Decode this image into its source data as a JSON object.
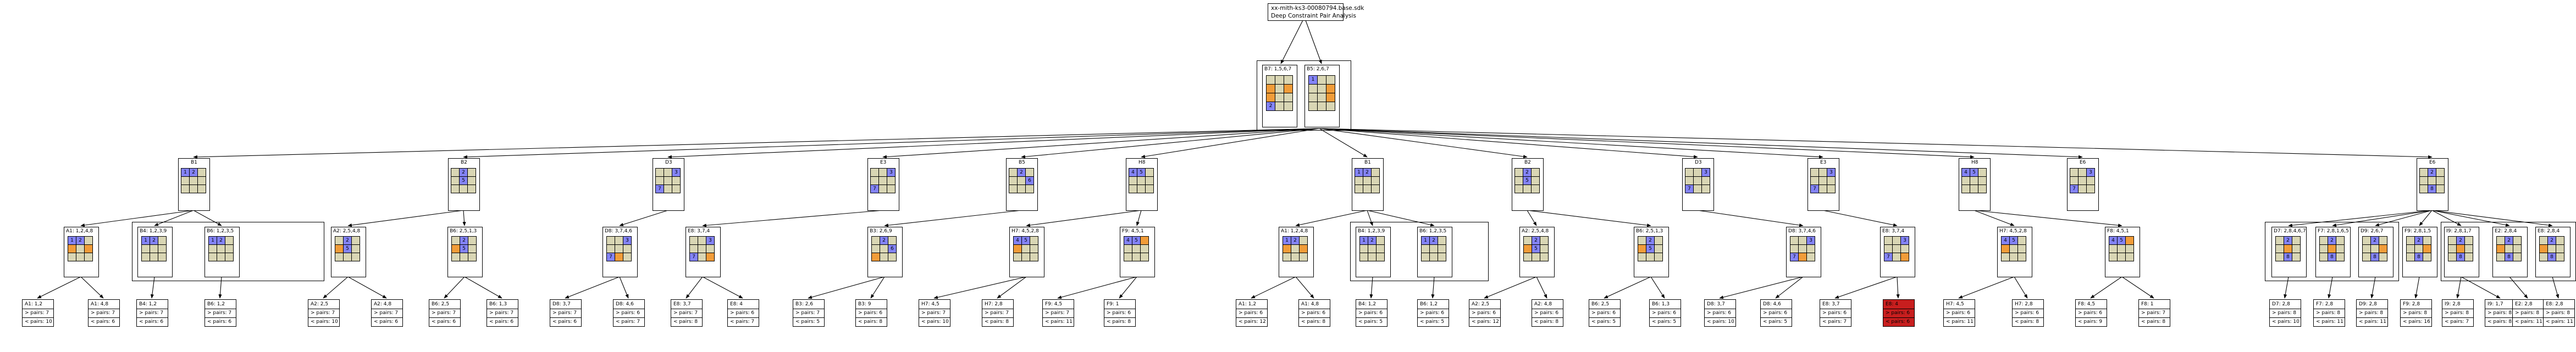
{
  "root": {
    "lines": [
      "xx-mith-ks3-00080794.base.sdk",
      "Deep Constraint Pair Analysis"
    ]
  },
  "pair": {
    "cells": [
      {
        "label": "B7: 1,5,6,7",
        "pattern": "x1"
      },
      {
        "label": "B5: 2,6,7",
        "pattern": "x2"
      }
    ]
  },
  "level1": [
    {
      "label": "B1",
      "pattern": "a"
    },
    {
      "label": "B2",
      "pattern": "b"
    },
    {
      "label": "D3",
      "pattern": "c"
    },
    {
      "label": "E3",
      "pattern": "d"
    },
    {
      "label": "B5",
      "pattern": "e"
    },
    {
      "label": "H8",
      "pattern": "f"
    },
    {
      "label": "B1",
      "pattern": "a"
    },
    {
      "label": "B2",
      "pattern": "b"
    },
    {
      "label": "D3",
      "pattern": "c"
    },
    {
      "label": "E3",
      "pattern": "d"
    },
    {
      "label": "H8",
      "pattern": "f"
    },
    {
      "label": "E6",
      "pattern": "g"
    },
    {
      "label": "E6",
      "pattern": "h"
    }
  ],
  "level2": [
    {
      "label": "A1: 1,2,4,8",
      "pattern": "i"
    },
    {
      "label": "B4: 1,2,3,9",
      "pattern": "j"
    },
    {
      "label": "B6: 1,2,3,5",
      "pattern": "j"
    },
    {
      "label": "A2: 2,5,4,8",
      "pattern": "k"
    },
    {
      "label": "B6: 2,5,1,3",
      "pattern": "k"
    },
    {
      "label": "D8: 3,7,4,6",
      "pattern": "l"
    },
    {
      "label": "E8: 3,7,4",
      "pattern": "m"
    },
    {
      "label": "B3: 2,6,9",
      "pattern": "n"
    },
    {
      "label": "H7: 4,5,2,8",
      "pattern": "o"
    },
    {
      "label": "F9: 4,5,1",
      "pattern": "p"
    },
    {
      "label": "A1: 1,2,4,8",
      "pattern": "i"
    },
    {
      "label": "B4: 1,2,3,9",
      "pattern": "j"
    },
    {
      "label": "B6: 1,2,3,5",
      "pattern": "j"
    },
    {
      "label": "A2: 2,5,4,8",
      "pattern": "k"
    },
    {
      "label": "B6: 2,5,1,3",
      "pattern": "k"
    },
    {
      "label": "D8: 3,7,4,6",
      "pattern": "l"
    },
    {
      "label": "E8: 3,7,4",
      "pattern": "m"
    },
    {
      "label": "H7: 4,5,2,8",
      "pattern": "o"
    },
    {
      "label": "F8: 4,5,1",
      "pattern": "p"
    },
    {
      "label": "D7: 2,8,4,6,7",
      "pattern": "q"
    },
    {
      "label": "F7: 2,8,1,6,5",
      "pattern": "q"
    },
    {
      "label": "D9: 2,6,7",
      "pattern": "r"
    },
    {
      "label": "F9: 2,8,1,5",
      "pattern": "r"
    },
    {
      "label": "I9: 2,8,1,7",
      "pattern": "s"
    },
    {
      "label": "E2: 2,8,4",
      "pattern": "t"
    },
    {
      "label": "E8: 2,8,4",
      "pattern": "t"
    }
  ],
  "leaves": [
    {
      "title": "A1: 1,2",
      "l1": "> pairs: 7",
      "l2": "< pairs: 10"
    },
    {
      "title": "A1: 4,8",
      "l1": "> pairs: 7",
      "l2": "< pairs: 6"
    },
    {
      "title": "B4: 1,2",
      "l1": "> pairs: 7",
      "l2": "< pairs: 6"
    },
    {
      "title": "B6: 1,2",
      "l1": "> pairs: 7",
      "l2": "< pairs: 6"
    },
    {
      "title": "A2: 2,5",
      "l1": "> pairs: 7",
      "l2": "< pairs: 10"
    },
    {
      "title": "A2: 4,8",
      "l1": "> pairs: 7",
      "l2": "< pairs: 6"
    },
    {
      "title": "B6: 2,5",
      "l1": "> pairs: 7",
      "l2": "< pairs: 6"
    },
    {
      "title": "B6: 1,3",
      "l1": "> pairs: 7",
      "l2": "< pairs: 6"
    },
    {
      "title": "D8: 3,7",
      "l1": "> pairs: 7",
      "l2": "< pairs: 6"
    },
    {
      "title": "D8: 4,6",
      "l1": "> pairs: 6",
      "l2": "< pairs: 7"
    },
    {
      "title": "E8: 3,7",
      "l1": "> pairs: 7",
      "l2": "< pairs: 8"
    },
    {
      "title": "E8: 4",
      "l1": "> pairs: 6",
      "l2": "< pairs: 7"
    },
    {
      "title": "B3: 2,6",
      "l1": "> pairs: 7",
      "l2": "< pairs: 5"
    },
    {
      "title": "B3: 9",
      "l1": "> pairs: 6",
      "l2": "< pairs: 8"
    },
    {
      "title": "H7: 4,5",
      "l1": "> pairs: 7",
      "l2": "< pairs: 10"
    },
    {
      "title": "H7: 2,8",
      "l1": "> pairs: 7",
      "l2": "< pairs: 8"
    },
    {
      "title": "F9: 4,5",
      "l1": "> pairs: 7",
      "l2": "< pairs: 11"
    },
    {
      "title": "F9: 1",
      "l1": "> pairs: 6",
      "l2": "< pairs: 8"
    },
    {
      "title": "A1: 1,2",
      "l1": "> pairs: 6",
      "l2": "< pairs: 12"
    },
    {
      "title": "A1: 4,8",
      "l1": "> pairs: 6",
      "l2": "< pairs: 8"
    },
    {
      "title": "B4: 1,2",
      "l1": "> pairs: 6",
      "l2": "< pairs: 5"
    },
    {
      "title": "B6: 1,2",
      "l1": "> pairs: 6",
      "l2": "< pairs: 5"
    },
    {
      "title": "A2: 2,5",
      "l1": "> pairs: 6",
      "l2": "< pairs: 12"
    },
    {
      "title": "A2: 4,8",
      "l1": "> pairs: 6",
      "l2": "< pairs: 8"
    },
    {
      "title": "B6: 2,5",
      "l1": "> pairs: 6",
      "l2": "< pairs: 5"
    },
    {
      "title": "B6: 1,3",
      "l1": "> pairs: 6",
      "l2": "< pairs: 5"
    },
    {
      "title": "D8: 3,7",
      "l1": "> pairs: 6",
      "l2": "< pairs: 10"
    },
    {
      "title": "D8: 4,6",
      "l1": "> pairs: 6",
      "l2": "< pairs: 5"
    },
    {
      "title": "E8: 3,7",
      "l1": "> pairs: 6",
      "l2": "< pairs: 7"
    },
    {
      "title": "E8: 4",
      "l1": "> pairs: 6",
      "l2": "< pairs: 6",
      "highlight": true
    },
    {
      "title": "H7: 4,5",
      "l1": "> pairs: 6",
      "l2": "< pairs: 11"
    },
    {
      "title": "H7: 2,8",
      "l1": "> pairs: 6",
      "l2": "< pairs: 8"
    },
    {
      "title": "F8: 4,5",
      "l1": "> pairs: 6",
      "l2": "< pairs: 9"
    },
    {
      "title": "F8: 1",
      "l1": "> pairs: 7",
      "l2": "< pairs: 8"
    },
    {
      "title": "D7: 2,8",
      "l1": "> pairs: 8",
      "l2": "< pairs: 10"
    },
    {
      "title": "F7: 2,8",
      "l1": "> pairs: 8",
      "l2": "< pairs: 11"
    },
    {
      "title": "D9: 2,8",
      "l1": "> pairs: 8",
      "l2": "< pairs: 11"
    },
    {
      "title": "F9: 2,8",
      "l1": "> pairs: 8",
      "l2": "< pairs: 16"
    },
    {
      "title": "I9: 2,8",
      "l1": "> pairs: 8",
      "l2": "< pairs: 7"
    },
    {
      "title": "I9: 1,7",
      "l1": "> pairs: 8",
      "l2": "< pairs: 8"
    },
    {
      "title": "E2: 2,8",
      "l1": "> pairs: 8",
      "l2": "< pairs: 11"
    },
    {
      "title": "E8: 2,8",
      "l1": "> pairs: 8",
      "l2": "< pairs: 11"
    }
  ],
  "patterns": {
    "x1": {
      "c": [
        "b",
        "b",
        "b",
        "o",
        "b",
        "o",
        "o",
        "b",
        "b",
        "u",
        "b",
        "b"
      ],
      "n": [
        "",
        "",
        "",
        "",
        "",
        "",
        "",
        "",
        "",
        "2",
        "",
        ""
      ]
    },
    "x2": {
      "c": [
        "u",
        "b",
        "b",
        "b",
        "b",
        "o",
        "b",
        "b",
        "o",
        "b",
        "b",
        "b"
      ],
      "n": [
        "1",
        "",
        "",
        "",
        "",
        "",
        "",
        "",
        "",
        "",
        "",
        ""
      ]
    },
    "a": {
      "c": [
        "u",
        "u",
        "b",
        "b",
        "b",
        "b",
        "b",
        "b",
        "b"
      ],
      "n": [
        "1",
        "2",
        "",
        "",
        "",
        "",
        "",
        "",
        ""
      ]
    },
    "b": {
      "c": [
        "b",
        "u",
        "b",
        "b",
        "u",
        "b",
        "b",
        "b",
        "b"
      ],
      "n": [
        "",
        "2",
        "",
        "",
        "5",
        "",
        "",
        "",
        ""
      ]
    },
    "c": {
      "c": [
        "b",
        "b",
        "u",
        "b",
        "b",
        "b",
        "u",
        "b",
        "b"
      ],
      "n": [
        "",
        "",
        "3",
        "",
        "",
        "",
        "7",
        "",
        ""
      ]
    },
    "d": {
      "c": [
        "b",
        "b",
        "u",
        "b",
        "b",
        "b",
        "u",
        "b",
        "b"
      ],
      "n": [
        "",
        "",
        "3",
        "",
        "",
        "",
        "7",
        "",
        ""
      ]
    },
    "e": {
      "c": [
        "b",
        "u",
        "b",
        "b",
        "b",
        "u",
        "b",
        "b",
        "b"
      ],
      "n": [
        "",
        "2",
        "",
        "",
        "",
        "6",
        "",
        "",
        ""
      ]
    },
    "f": {
      "c": [
        "u",
        "u",
        "b",
        "b",
        "b",
        "b",
        "b",
        "b",
        "b"
      ],
      "n": [
        "4",
        "5",
        "",
        "",
        "",
        "",
        "",
        "",
        ""
      ]
    },
    "g": {
      "c": [
        "b",
        "b",
        "u",
        "b",
        "b",
        "b",
        "u",
        "b",
        "b"
      ],
      "n": [
        "",
        "",
        "3",
        "",
        "",
        "",
        "7",
        "",
        ""
      ]
    },
    "h": {
      "c": [
        "b",
        "u",
        "b",
        "b",
        "b",
        "b",
        "b",
        "u",
        "b"
      ],
      "n": [
        "",
        "2",
        "",
        "",
        "",
        "",
        "",
        "8",
        ""
      ]
    },
    "i": {
      "c": [
        "u",
        "u",
        "b",
        "o",
        "b",
        "o",
        "b",
        "b",
        "b"
      ],
      "n": [
        "1",
        "2",
        "",
        "",
        "",
        "",
        "",
        "",
        ""
      ]
    },
    "j": {
      "c": [
        "u",
        "u",
        "b",
        "b",
        "b",
        "b",
        "b",
        "b",
        "b"
      ],
      "n": [
        "1",
        "2",
        "",
        "",
        "",
        "",
        "",
        "",
        ""
      ]
    },
    "k": {
      "c": [
        "b",
        "u",
        "b",
        "o",
        "u",
        "b",
        "b",
        "b",
        "b"
      ],
      "n": [
        "",
        "2",
        "",
        "",
        "5",
        "",
        "",
        "",
        ""
      ]
    },
    "l": {
      "c": [
        "b",
        "b",
        "u",
        "b",
        "b",
        "b",
        "u",
        "o",
        "b"
      ],
      "n": [
        "",
        "",
        "3",
        "",
        "",
        "",
        "7",
        "",
        ""
      ]
    },
    "m": {
      "c": [
        "b",
        "b",
        "u",
        "b",
        "b",
        "b",
        "u",
        "b",
        "o"
      ],
      "n": [
        "",
        "",
        "3",
        "",
        "",
        "",
        "7",
        "",
        ""
      ]
    },
    "n": {
      "c": [
        "b",
        "u",
        "b",
        "b",
        "b",
        "u",
        "o",
        "b",
        "b"
      ],
      "n": [
        "",
        "2",
        "",
        "",
        "",
        "6",
        "",
        "",
        ""
      ]
    },
    "o": {
      "c": [
        "u",
        "u",
        "b",
        "o",
        "b",
        "b",
        "b",
        "b",
        "b"
      ],
      "n": [
        "4",
        "5",
        "",
        "",
        "",
        "",
        "",
        "",
        ""
      ]
    },
    "p": {
      "c": [
        "u",
        "u",
        "o",
        "b",
        "b",
        "b",
        "b",
        "b",
        "b"
      ],
      "n": [
        "4",
        "5",
        "",
        "",
        "",
        "",
        "",
        "",
        ""
      ]
    },
    "q": {
      "c": [
        "b",
        "u",
        "b",
        "b",
        "o",
        "b",
        "b",
        "u",
        "b"
      ],
      "n": [
        "",
        "2",
        "",
        "",
        "",
        "",
        "",
        "8",
        ""
      ]
    },
    "r": {
      "c": [
        "b",
        "u",
        "b",
        "b",
        "b",
        "o",
        "b",
        "u",
        "b"
      ],
      "n": [
        "",
        "2",
        "",
        "",
        "",
        "",
        "",
        "8",
        ""
      ]
    },
    "s": {
      "c": [
        "b",
        "u",
        "b",
        "b",
        "o",
        "b",
        "b",
        "u",
        "b"
      ],
      "n": [
        "",
        "2",
        "",
        "",
        "",
        "",
        "",
        "8",
        ""
      ]
    },
    "t": {
      "c": [
        "b",
        "u",
        "b",
        "o",
        "b",
        "b",
        "b",
        "u",
        "b"
      ],
      "n": [
        "",
        "2",
        "",
        "",
        "",
        "",
        "",
        "8",
        ""
      ]
    }
  }
}
